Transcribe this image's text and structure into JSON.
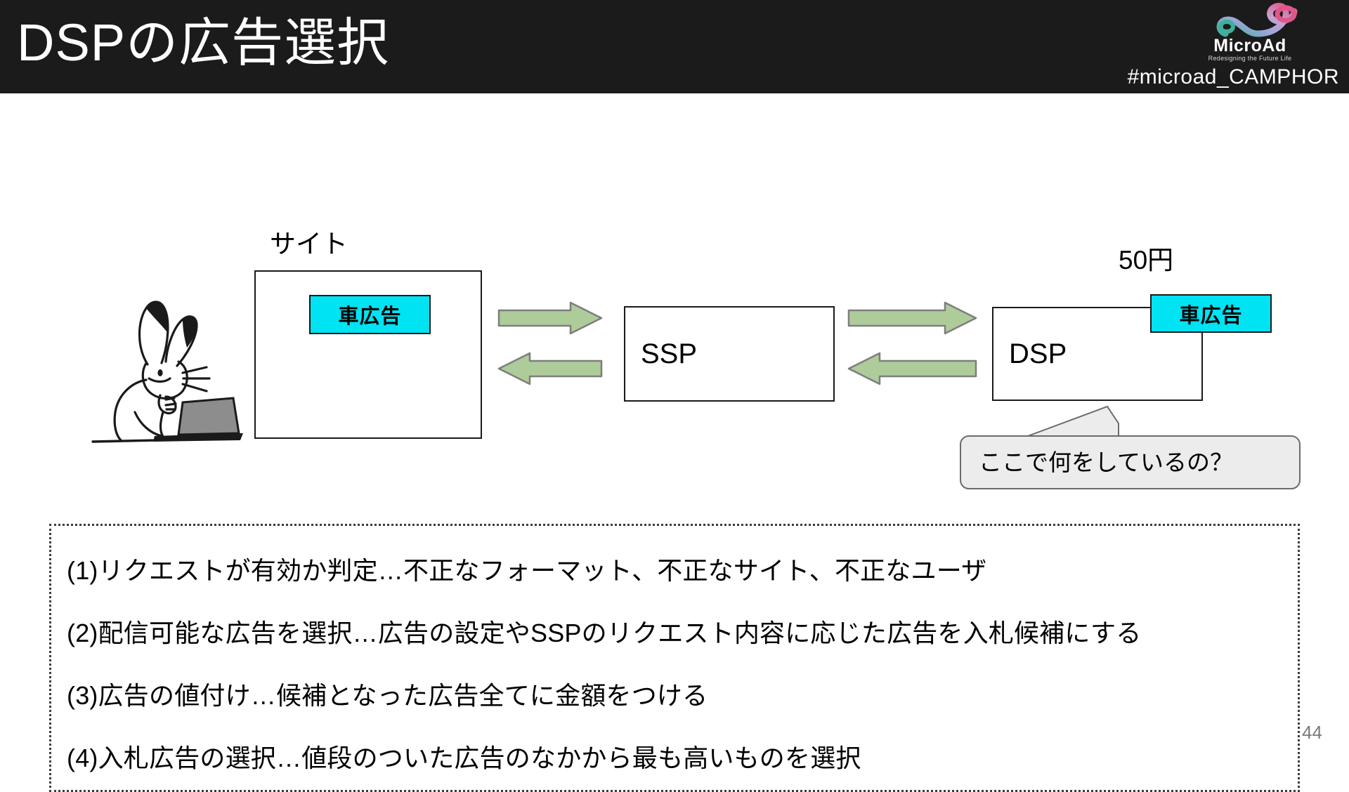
{
  "header": {
    "title": "DSPの広告選択",
    "hashtag": "#microad_CAMPHOR",
    "brand_name": "MicroAd",
    "brand_tagline": "Redesigning the Future Life",
    "background_color": "#1b1b1b",
    "title_color": "#ffffff"
  },
  "diagram": {
    "site_label": "サイト",
    "site_ad_chip": "車広告",
    "ssp_label": "SSP",
    "dsp_label": "DSP",
    "dsp_price_label": "50円",
    "dsp_ad_chip": "車広告",
    "speech_bubble": "ここで何をしているの？",
    "accent_cyan": "#00e3f2",
    "arrow_fill": "#aecb9a",
    "arrow_stroke": "#7e7e7e",
    "bubble_fill": "#ececec",
    "bubble_stroke": "#6b6b6b",
    "arrows": [
      {
        "name": "site-to-ssp",
        "direction": "right"
      },
      {
        "name": "ssp-to-site",
        "direction": "left"
      },
      {
        "name": "ssp-to-dsp",
        "direction": "right"
      },
      {
        "name": "dsp-to-ssp",
        "direction": "left"
      }
    ]
  },
  "steps": {
    "items": [
      "(1)リクエストが有効か判定…不正なフォーマット、不正なサイト、不正なユーザ",
      "(2)配信可能な広告を選択…広告の設定やSSPのリクエスト内容に応じた広告を入札候補にする",
      "(3)広告の値付け…候補となった広告全てに金額をつける",
      "(4)入札広告の選択…値段のついた広告のなかから最も高いものを選択"
    ]
  },
  "footer": {
    "page_number": "44",
    "page_number_color": "#7b7b7b"
  }
}
